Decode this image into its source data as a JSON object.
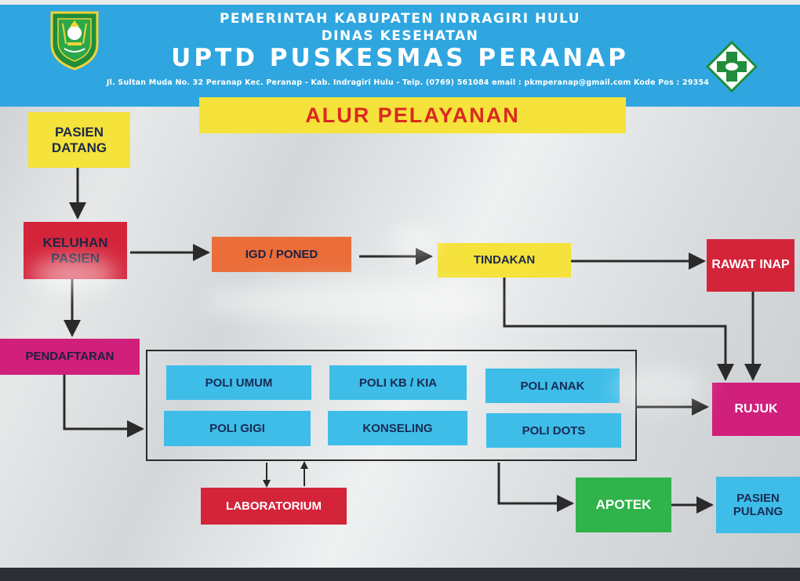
{
  "header": {
    "line1": "PEMERINTAH KABUPATEN INDRAGIRI HULU",
    "line2": "DINAS KESEHATAN",
    "line3": "UPTD PUSKESMAS PERANAP",
    "line4": "Jl. Sultan Muda No. 32 Peranap Kec. Peranap - Kab. Indragiri Hulu - Telp. (0769) 561084 email : pkmperanap@gmail.com Kode Pos : 29354"
  },
  "title": "ALUR PELAYANAN",
  "nodes": {
    "pasien_datang": "PASIEN DATANG",
    "keluhan": "KELUHAN PASIEN",
    "igd": "IGD / PONED",
    "tindakan": "TINDAKAN",
    "rawat_inap": "RAWAT INAP",
    "pendaftaran": "PENDAFTARAN",
    "rujuk": "RUJUK",
    "laboratorium": "LABORATORIUM",
    "apotek": "APOTEK",
    "pasien_pulang": "PASIEN PULANG"
  },
  "poli": [
    "POLI UMUM",
    "POLI KB / KIA",
    "POLI ANAK",
    "POLI GIGI",
    "KONSELING",
    "POLI DOTS"
  ],
  "colors": {
    "header_blue": "#2fa6df",
    "title_yellow": "#f5e23a",
    "title_red": "#d92a1f",
    "node_yellow": "#f5e23a",
    "node_red": "#d4243a",
    "node_orange": "#ea6d3a",
    "node_magenta": "#d11f7c",
    "node_green": "#2fb34a",
    "node_lightblue": "#3dbde8",
    "poli_text": "#1a2b55",
    "arrow": "#2a2a2a"
  },
  "icons": {
    "left_logo": "regency-coat-of-arms-icon",
    "right_logo": "puskesmas-cross-icon"
  }
}
